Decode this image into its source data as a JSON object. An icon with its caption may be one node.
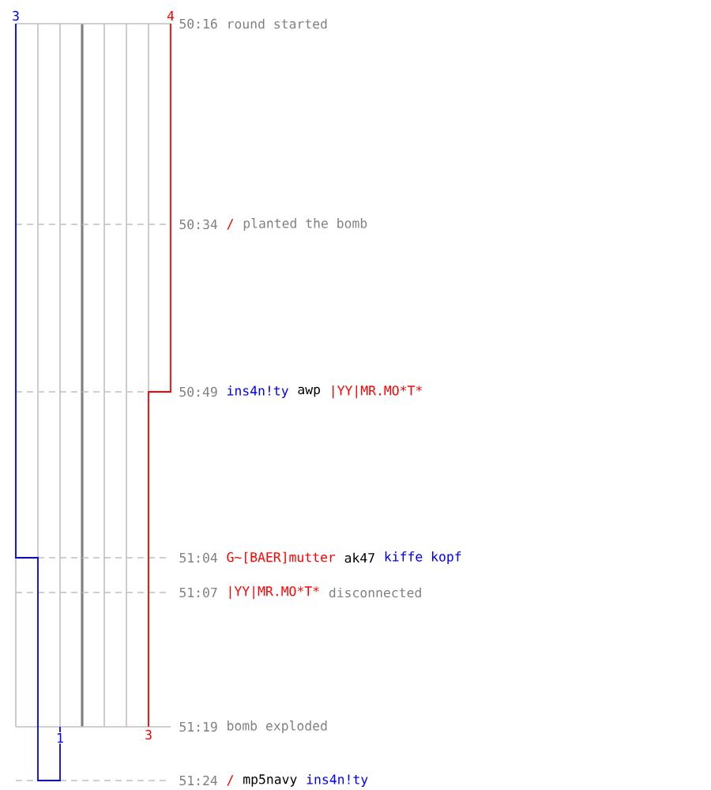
{
  "diagram": {
    "labels": [
      "3",
      "4",
      "50:16",
      "round started",
      "50:34",
      "/",
      "planted the bomb",
      "50:49",
      "ins4n!ty",
      "awp",
      "|YY|MR.MO*T*",
      "51:04",
      "G~[BAER]mutter",
      "ak47",
      "kiffe kopf",
      "51:07",
      "|YY|MR.MO*T*",
      "disconnected",
      "51:19",
      "bomb exploded",
      "1",
      "3",
      "51:24",
      "/",
      "mp5navy",
      "ins4n!ty"
    ]
  }
}
